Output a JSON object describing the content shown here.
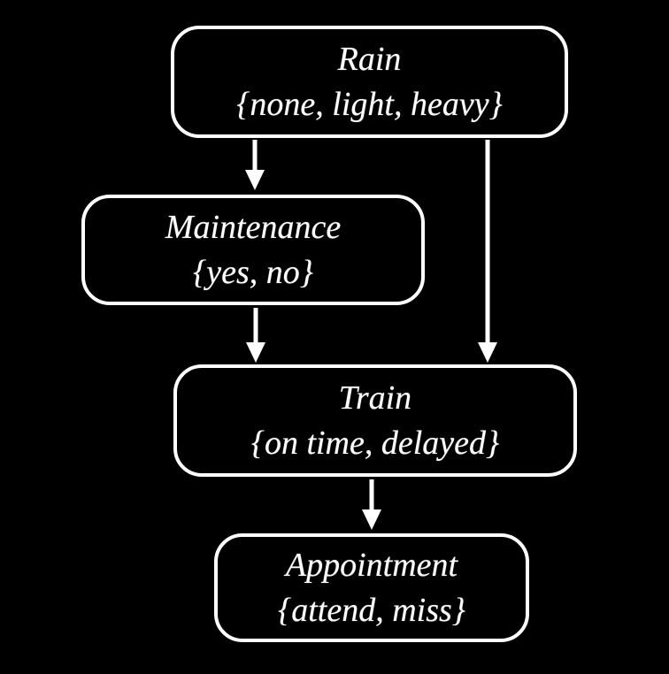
{
  "diagram": {
    "type": "bayesian-network",
    "background_color": "#000000",
    "stroke_color": "#ffffff",
    "nodes": [
      {
        "id": "rain",
        "label": "Rain",
        "states": "{none, light, heavy}"
      },
      {
        "id": "maintenance",
        "label": "Maintenance",
        "states": "{yes, no}"
      },
      {
        "id": "train",
        "label": "Train",
        "states": "{on time, delayed}"
      },
      {
        "id": "appointment",
        "label": "Appointment",
        "states": "{attend, miss}"
      }
    ],
    "edges": [
      {
        "from": "rain",
        "to": "maintenance"
      },
      {
        "from": "rain",
        "to": "train"
      },
      {
        "from": "maintenance",
        "to": "train"
      },
      {
        "from": "train",
        "to": "appointment"
      }
    ]
  }
}
